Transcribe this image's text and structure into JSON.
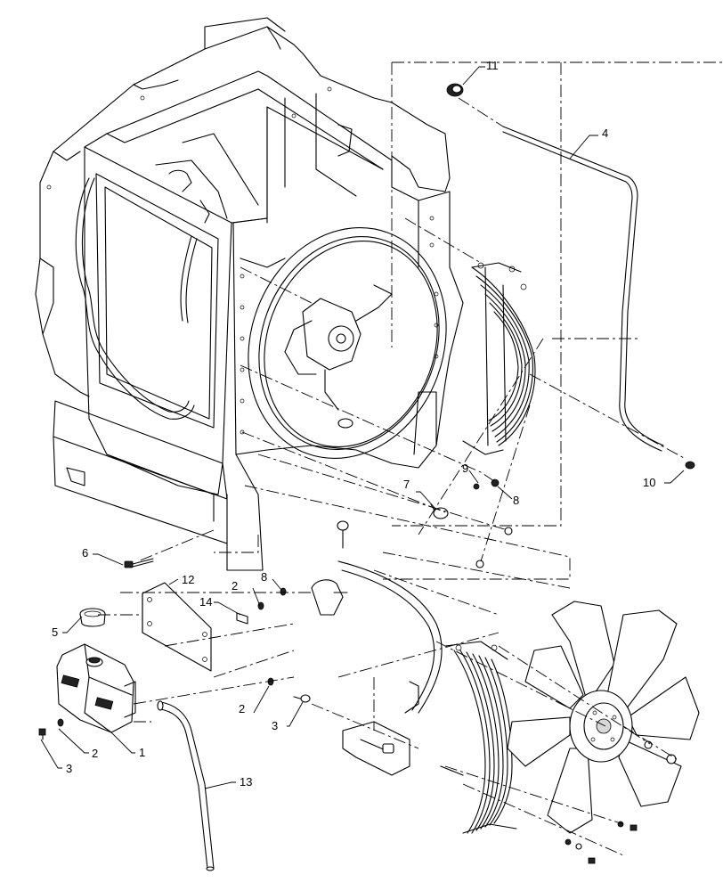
{
  "diagram": {
    "callouts": [
      {
        "id": "c1",
        "label": "1"
      },
      {
        "id": "c2a",
        "label": "2"
      },
      {
        "id": "c2b",
        "label": "2"
      },
      {
        "id": "c2c",
        "label": "2"
      },
      {
        "id": "c3a",
        "label": "3"
      },
      {
        "id": "c3b",
        "label": "3"
      },
      {
        "id": "c4",
        "label": "4"
      },
      {
        "id": "c5",
        "label": "5"
      },
      {
        "id": "c6",
        "label": "6"
      },
      {
        "id": "c7",
        "label": "7"
      },
      {
        "id": "c8a",
        "label": "8"
      },
      {
        "id": "c8b",
        "label": "8"
      },
      {
        "id": "c9",
        "label": "9"
      },
      {
        "id": "c10",
        "label": "10"
      },
      {
        "id": "c11",
        "label": "11"
      },
      {
        "id": "c12",
        "label": "12"
      },
      {
        "id": "c13",
        "label": "13"
      },
      {
        "id": "c14",
        "label": "14"
      }
    ]
  }
}
